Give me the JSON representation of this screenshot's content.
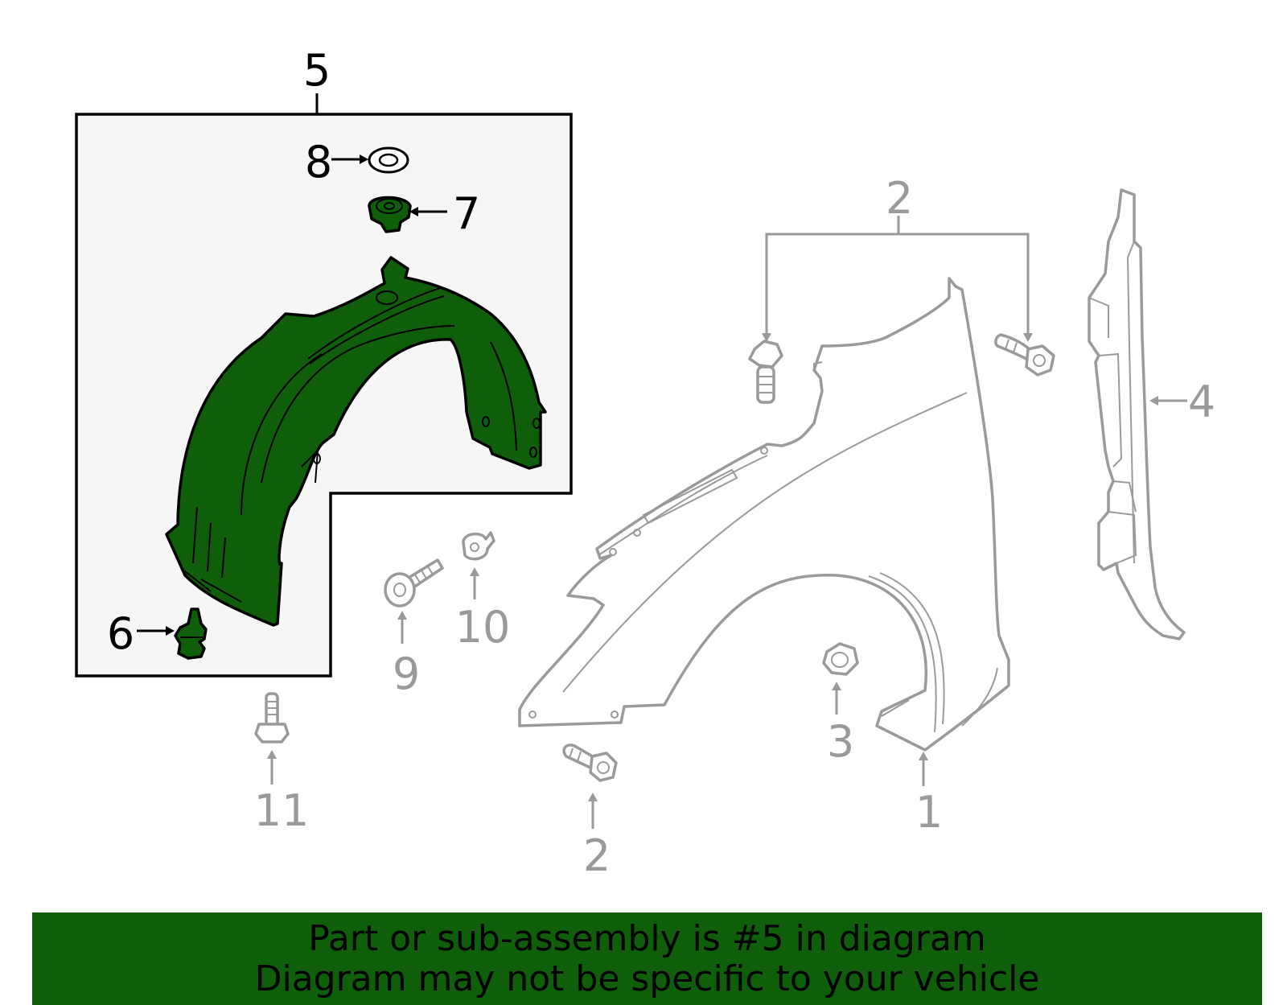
{
  "diagram": {
    "callouts": {
      "c1": "1",
      "c2_top": "2",
      "c2_bottom": "2",
      "c3": "3",
      "c4": "4",
      "c5": "5",
      "c6": "6",
      "c7": "7",
      "c8": "8",
      "c9": "9",
      "c10": "10",
      "c11": "11"
    },
    "highlighted_part": "5",
    "colors": {
      "highlight": "#0e5e0a",
      "dimmed": "#9a9a9a",
      "box_background": "#f6f6f6"
    }
  },
  "banner": {
    "line1": "Part or sub-assembly is #5 in diagram",
    "line2": "Diagram may not be specific to your vehicle"
  }
}
